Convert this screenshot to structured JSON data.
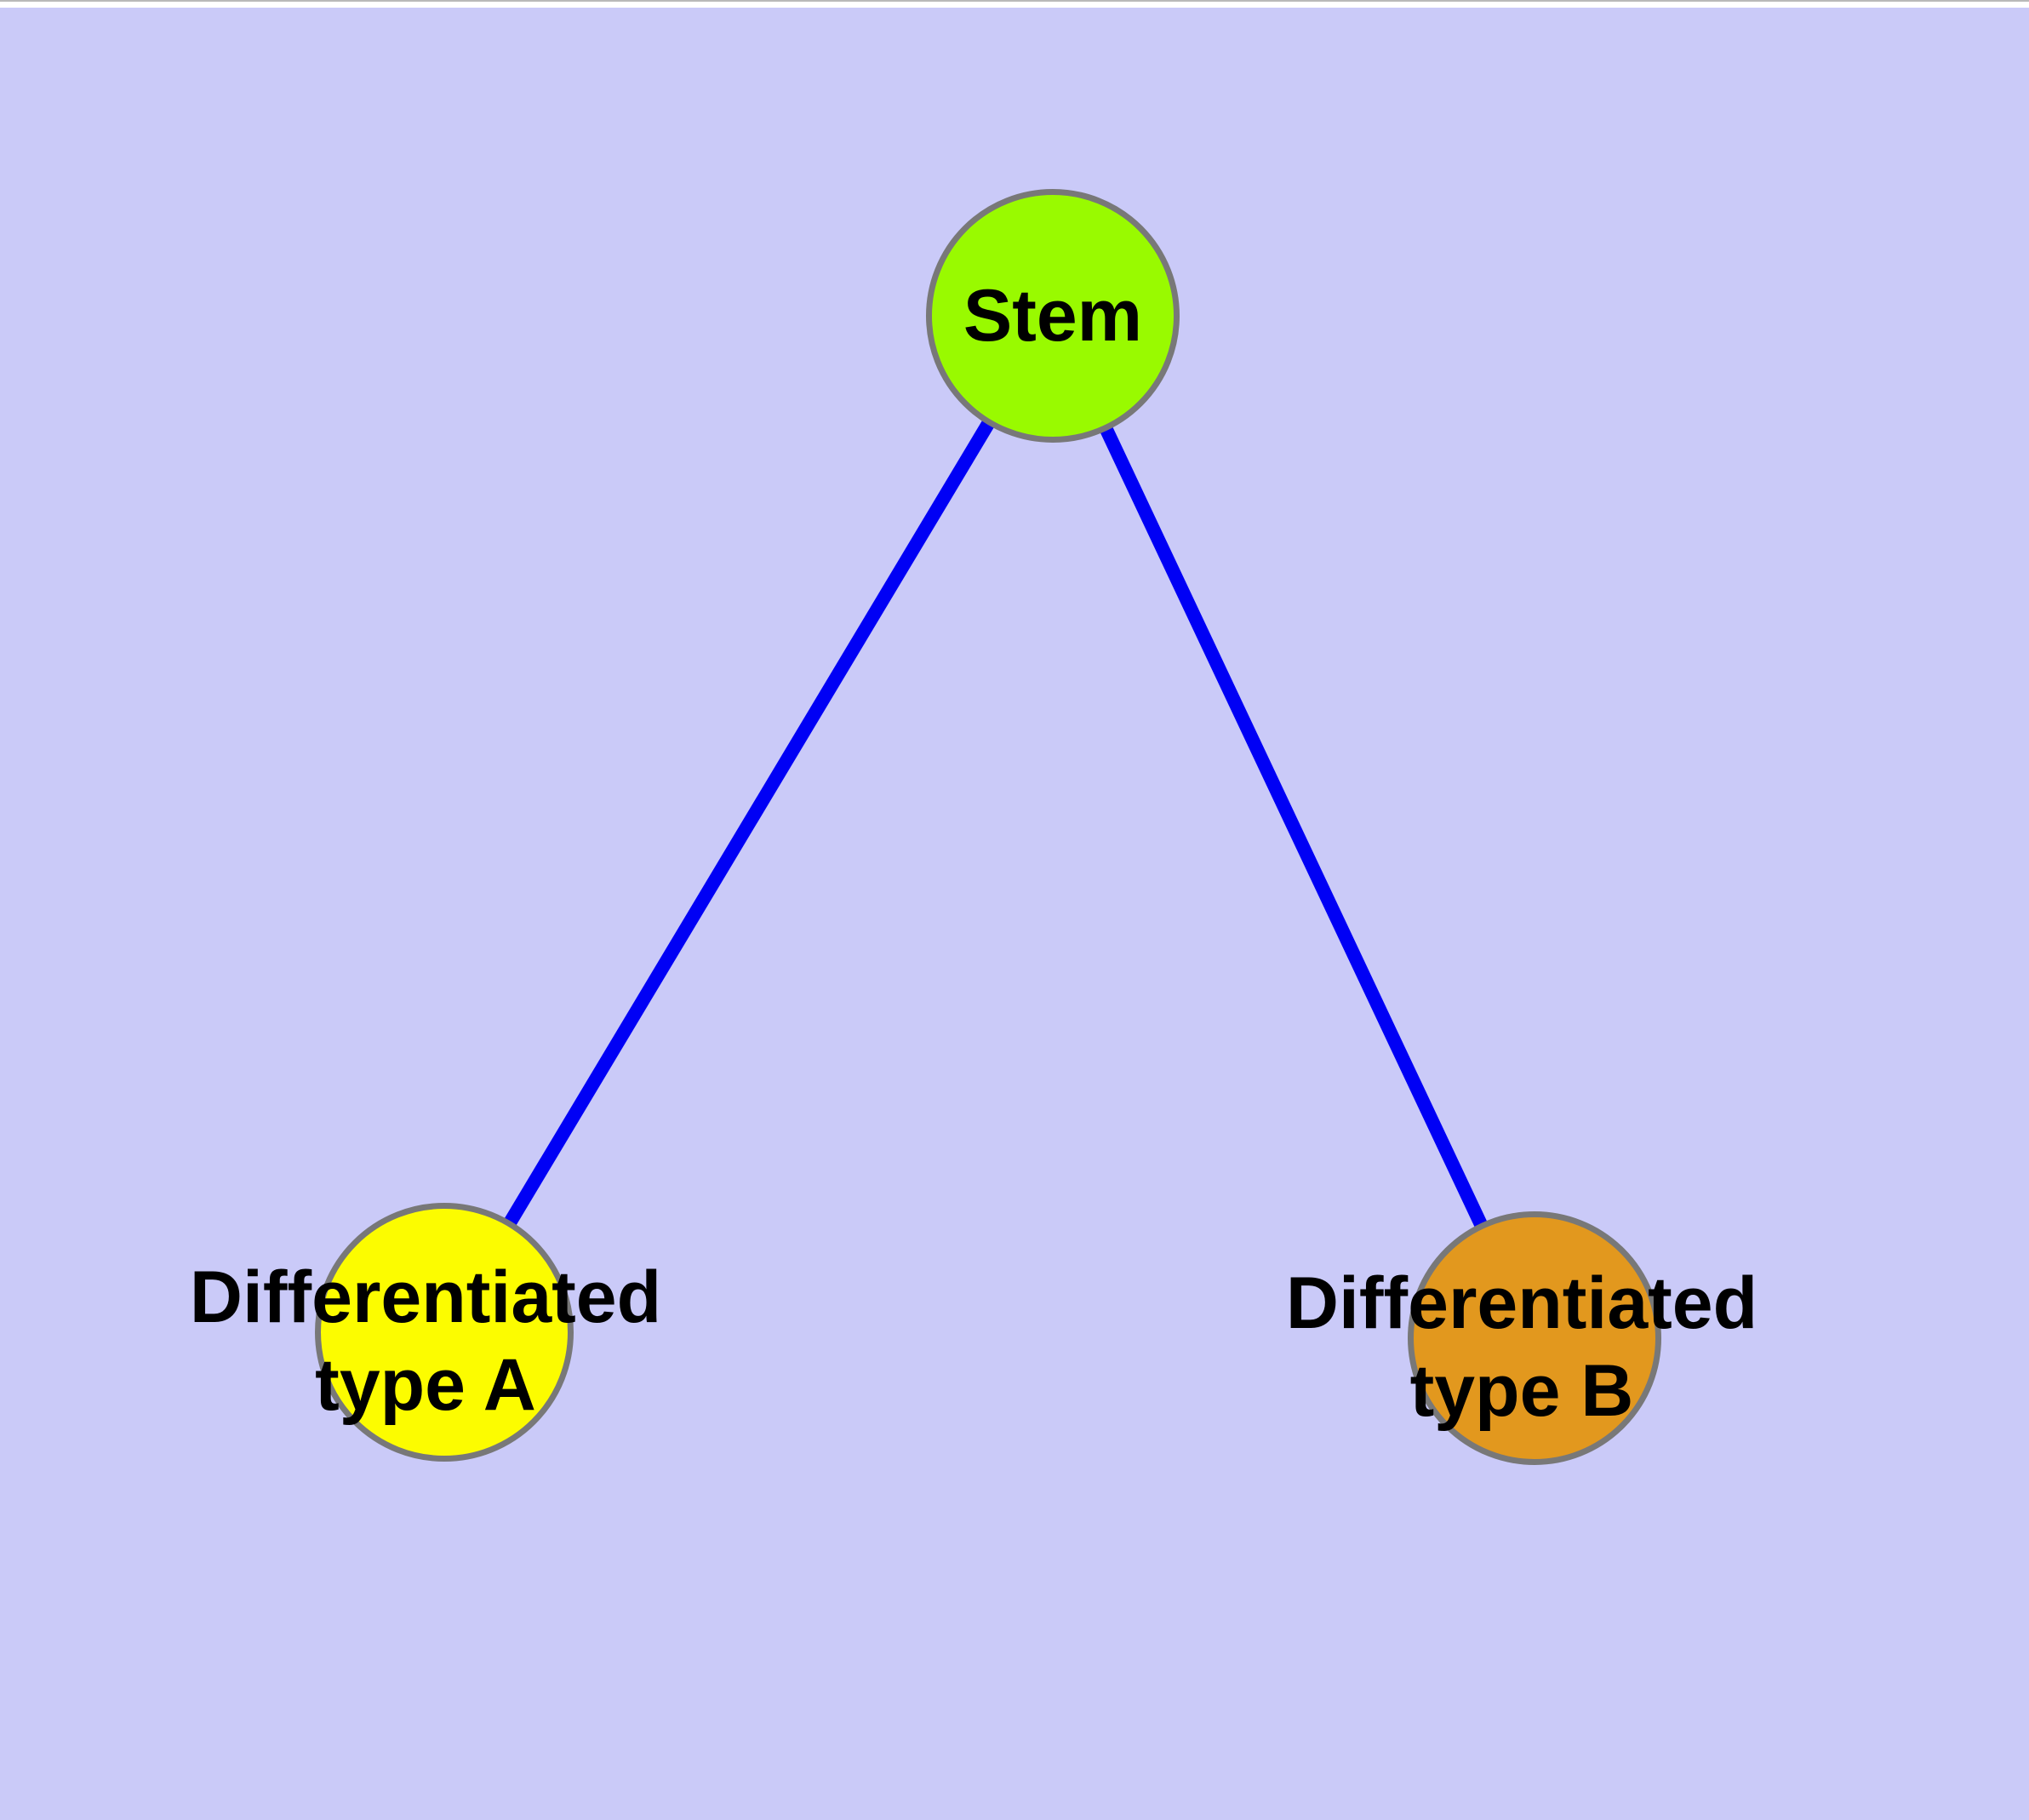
{
  "window": {
    "top_strip_color": "#ffffff",
    "top_strip_line_color": "#b9b9b9"
  },
  "diagram": {
    "background": "#cacaf8",
    "edge_color": "#0000f5",
    "node_border_color": "#787878",
    "text_color": "#000000",
    "nodes": [
      {
        "id": "stem",
        "label": "Stem",
        "fill": "#99fa00"
      },
      {
        "id": "type-a",
        "label_lines": [
          "Differentiated",
          "type A"
        ],
        "fill": "#fcfc00"
      },
      {
        "id": "type-b",
        "label_lines": [
          "Differentiated",
          "type B"
        ],
        "fill": "#e2981e"
      }
    ],
    "edges": [
      {
        "from": "stem",
        "to": "type-a"
      },
      {
        "from": "stem",
        "to": "type-b"
      }
    ]
  }
}
